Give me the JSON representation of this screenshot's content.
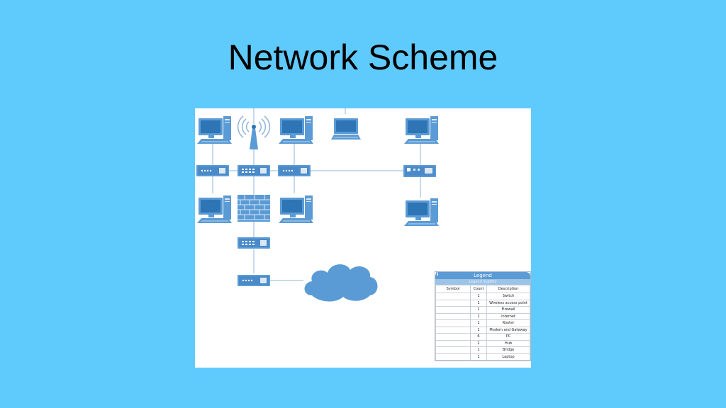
{
  "slide": {
    "title": "Network Scheme"
  },
  "legend": {
    "title": "Legend",
    "subtitle": "Legend Subtitle",
    "headers": [
      "Symbol",
      "Count",
      "Description"
    ],
    "rows": [
      {
        "icon": "switch-icon",
        "count": "1",
        "description": "Switch"
      },
      {
        "icon": "wireless-access-point-icon",
        "count": "1",
        "description": "Wireless access point"
      },
      {
        "icon": "firewall-icon",
        "count": "1",
        "description": "Firewall"
      },
      {
        "icon": "cloud-icon",
        "count": "1",
        "description": "Internet"
      },
      {
        "icon": "router-icon",
        "count": "1",
        "description": "Router"
      },
      {
        "icon": "modem-icon",
        "count": "1",
        "description": "Modem and Gateway"
      },
      {
        "icon": "pc-icon",
        "count": "6",
        "description": "PC"
      },
      {
        "icon": "hub-icon",
        "count": "2",
        "description": "Hub"
      },
      {
        "icon": "bridge-icon",
        "count": "1",
        "description": "Bridge"
      },
      {
        "icon": "laptop-icon",
        "count": "1",
        "description": "Laptop"
      }
    ]
  },
  "colors": {
    "background": "#5fcbfd",
    "device": "#5b9bd5",
    "device_light": "#9dc3e6",
    "line": "#8fb4d9"
  }
}
